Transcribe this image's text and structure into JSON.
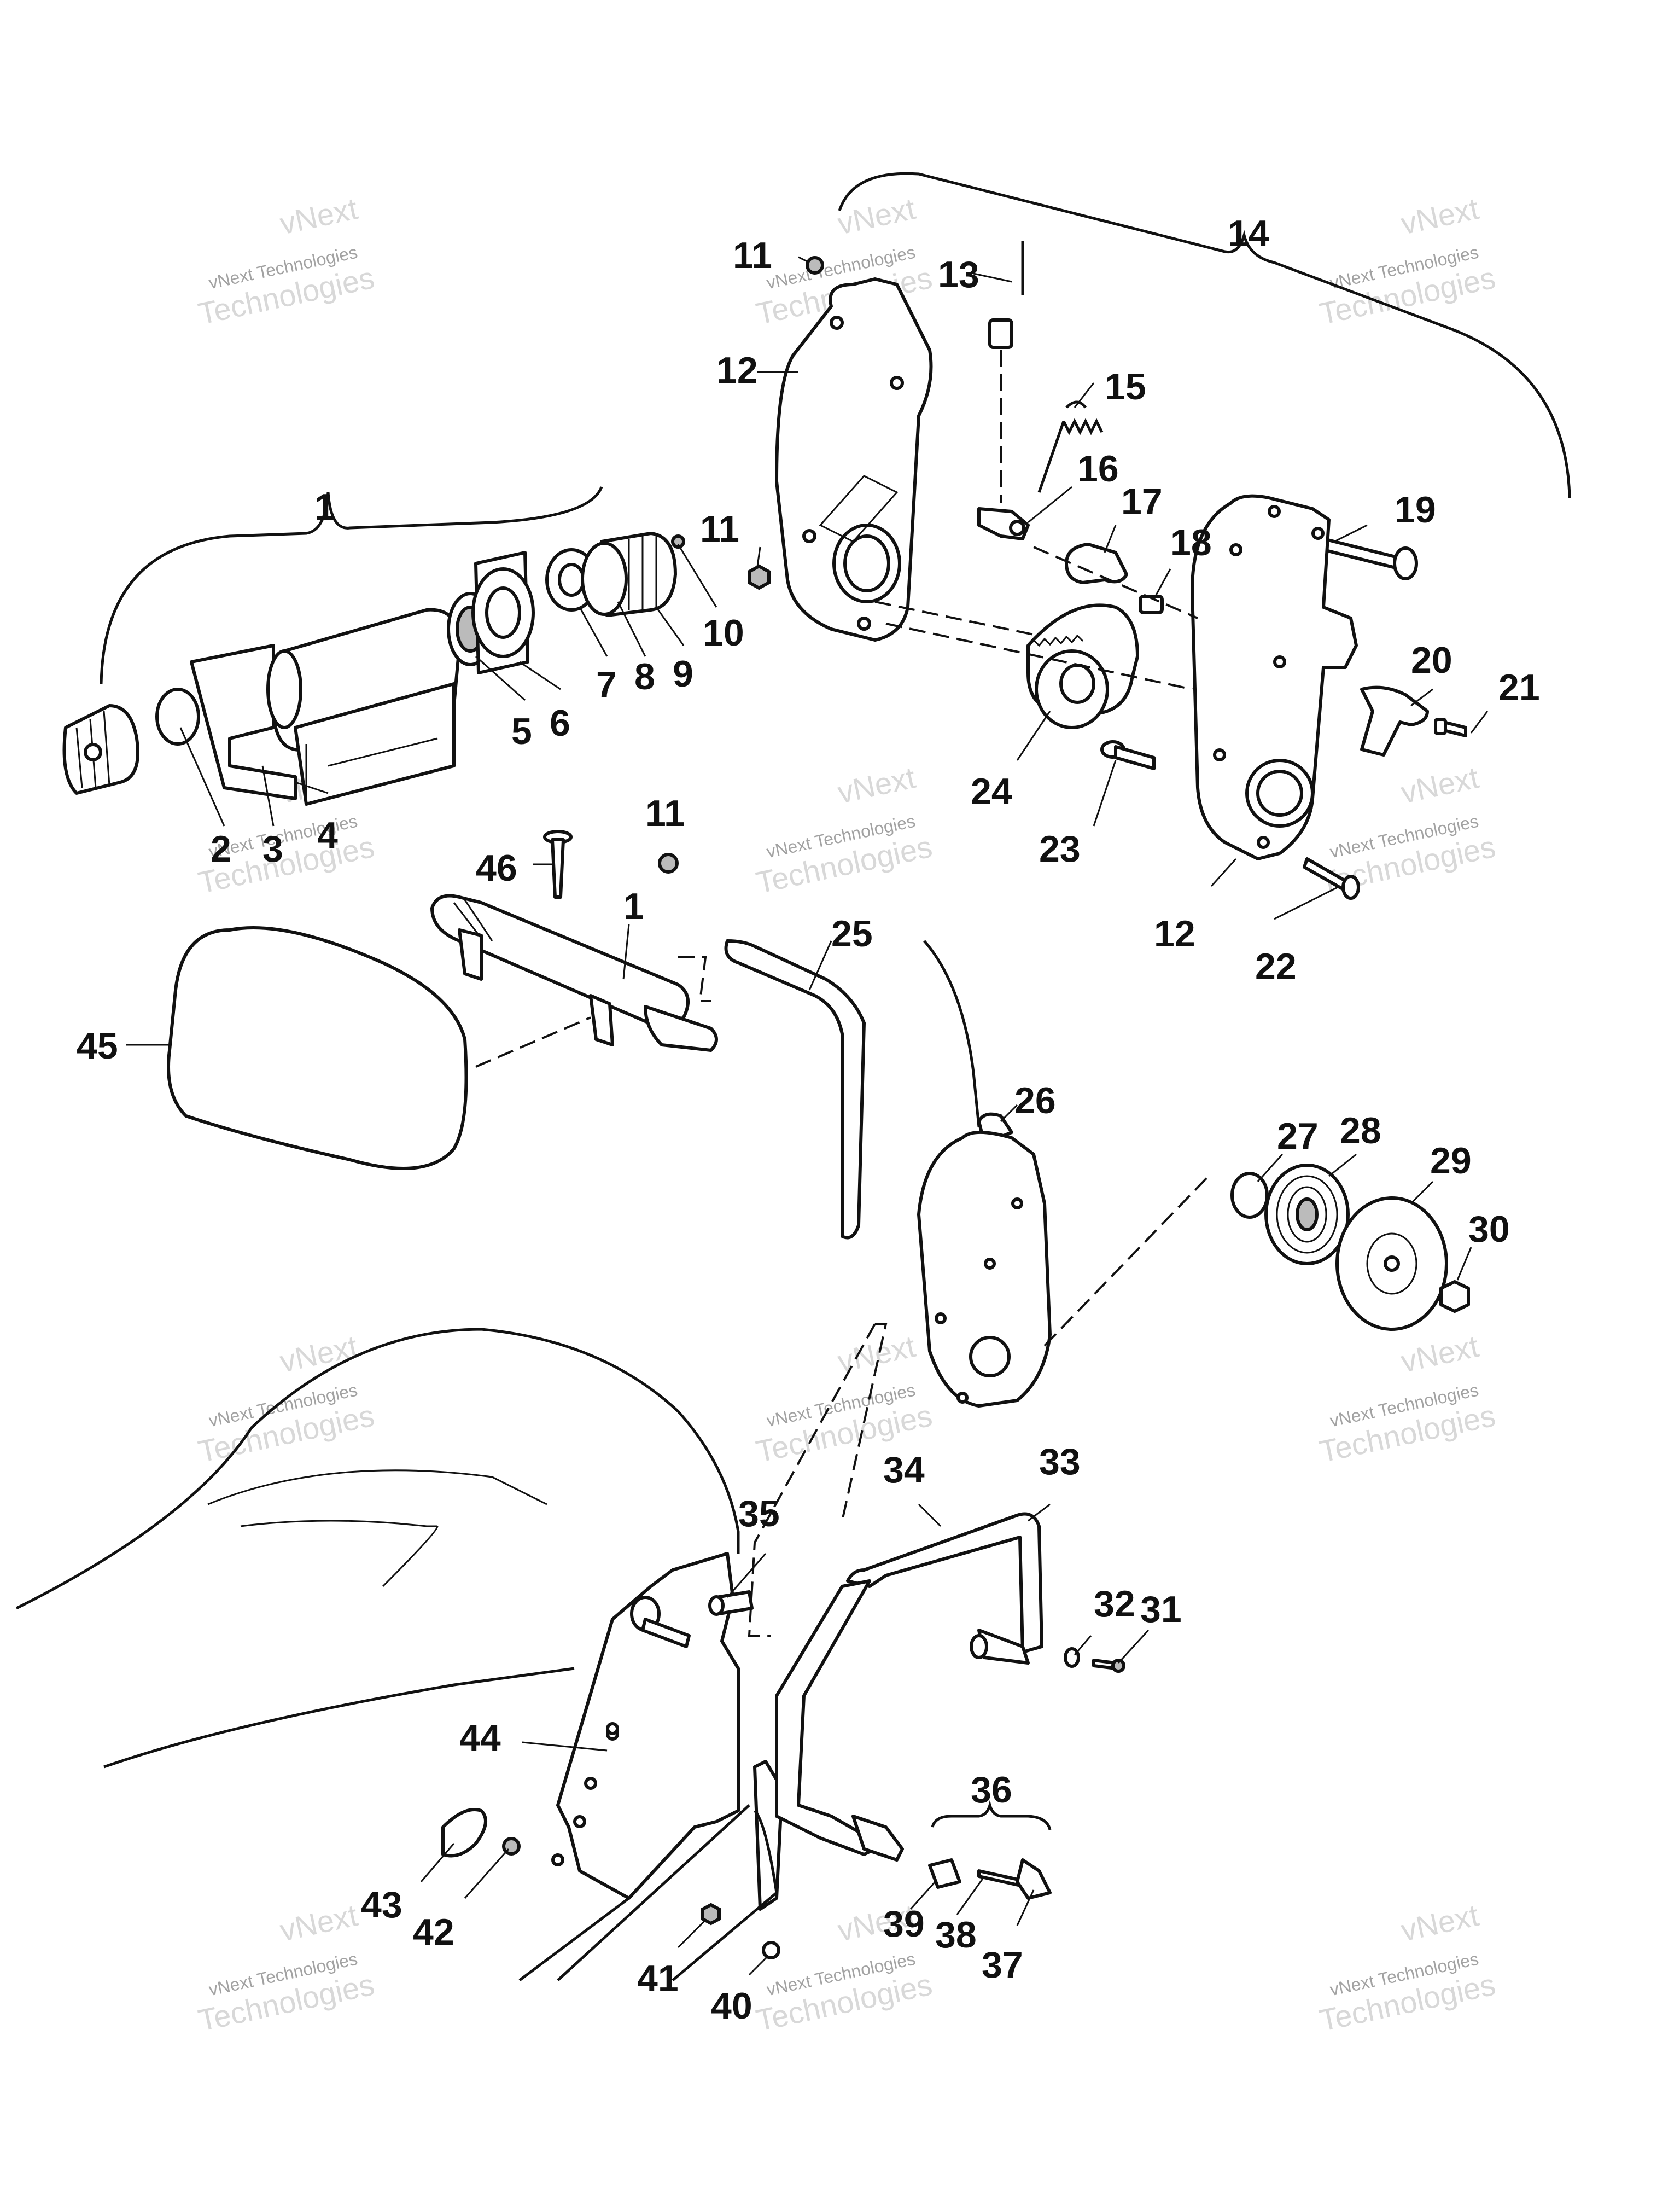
{
  "callouts": {
    "c1a": "1",
    "c2": "2",
    "c3": "3",
    "c4": "4",
    "c5": "5",
    "c6": "6",
    "c7": "7",
    "c8": "8",
    "c9": "9",
    "c10": "10",
    "c11a": "11",
    "c11b": "11",
    "c11c": "11",
    "c12a": "12",
    "c12b": "12",
    "c13": "13",
    "c14": "14",
    "c15": "15",
    "c16": "16",
    "c17": "17",
    "c18": "18",
    "c19": "19",
    "c20": "20",
    "c21": "21",
    "c22": "22",
    "c23": "23",
    "c24": "24",
    "c25": "25",
    "c26": "26",
    "c27": "27",
    "c28": "28",
    "c29": "29",
    "c30": "30",
    "c31": "31",
    "c32": "32",
    "c33": "33",
    "c34": "34",
    "c35": "35",
    "c36": "36",
    "c37": "37",
    "c38": "38",
    "c39": "39",
    "c40": "40",
    "c41": "41",
    "c42": "42",
    "c43": "43",
    "c44": "44",
    "c45": "45",
    "c46": "46",
    "c1b": "1"
  },
  "watermark": {
    "line1": "vNext",
    "line2": "vNext Technologies",
    "line3": "Technologies"
  }
}
